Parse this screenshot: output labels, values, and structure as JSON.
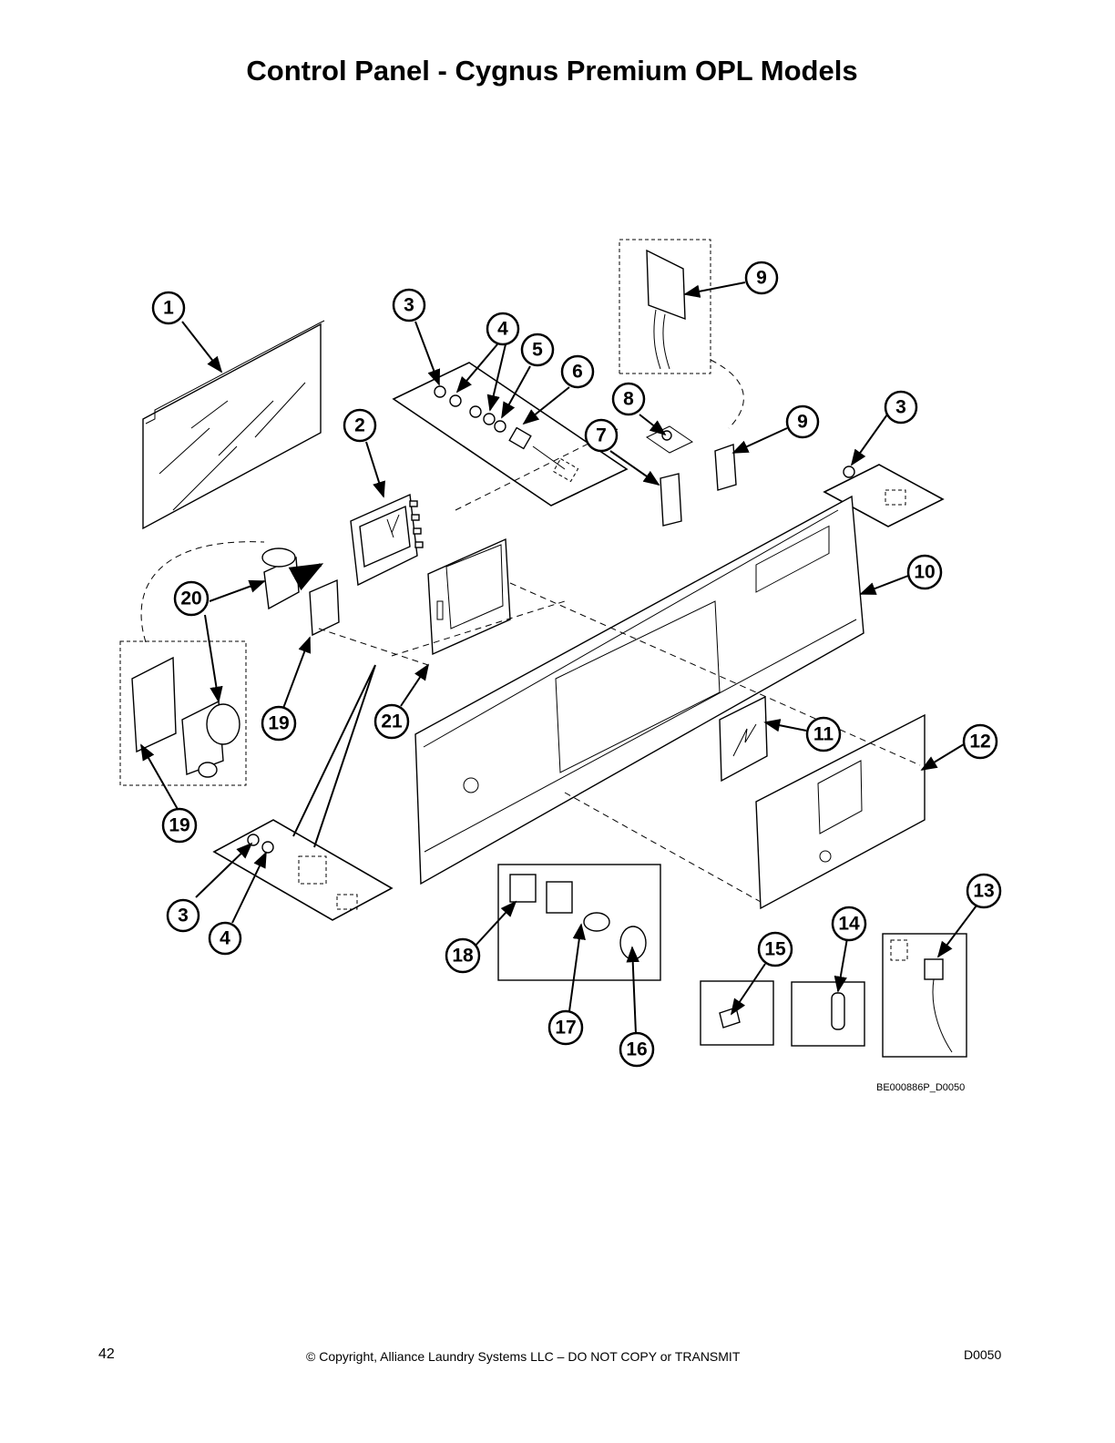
{
  "page": {
    "title": "Control Panel - Cygnus Premium OPL Models",
    "figure_id": "BE000886P_D0050",
    "page_number": "42",
    "copyright": "© Copyright, Alliance Laundry Systems LLC – DO NOT COPY or TRANSMIT",
    "doc_code": "D0050"
  },
  "callouts": [
    {
      "id": "c1",
      "label": "1"
    },
    {
      "id": "c2",
      "label": "2"
    },
    {
      "id": "c3a",
      "label": "3"
    },
    {
      "id": "c4a",
      "label": "4"
    },
    {
      "id": "c5",
      "label": "5"
    },
    {
      "id": "c6",
      "label": "6"
    },
    {
      "id": "c7",
      "label": "7"
    },
    {
      "id": "c8",
      "label": "8"
    },
    {
      "id": "c9a",
      "label": "9"
    },
    {
      "id": "c9b",
      "label": "9"
    },
    {
      "id": "c3b",
      "label": "3"
    },
    {
      "id": "c10",
      "label": "10"
    },
    {
      "id": "c11",
      "label": "11"
    },
    {
      "id": "c12",
      "label": "12"
    },
    {
      "id": "c13",
      "label": "13"
    },
    {
      "id": "c14",
      "label": "14"
    },
    {
      "id": "c15",
      "label": "15"
    },
    {
      "id": "c16",
      "label": "16"
    },
    {
      "id": "c17",
      "label": "17"
    },
    {
      "id": "c18",
      "label": "18"
    },
    {
      "id": "c19a",
      "label": "19"
    },
    {
      "id": "c19b",
      "label": "19"
    },
    {
      "id": "c20",
      "label": "20"
    },
    {
      "id": "c21",
      "label": "21"
    },
    {
      "id": "c3c",
      "label": "3"
    },
    {
      "id": "c4b",
      "label": "4"
    }
  ]
}
